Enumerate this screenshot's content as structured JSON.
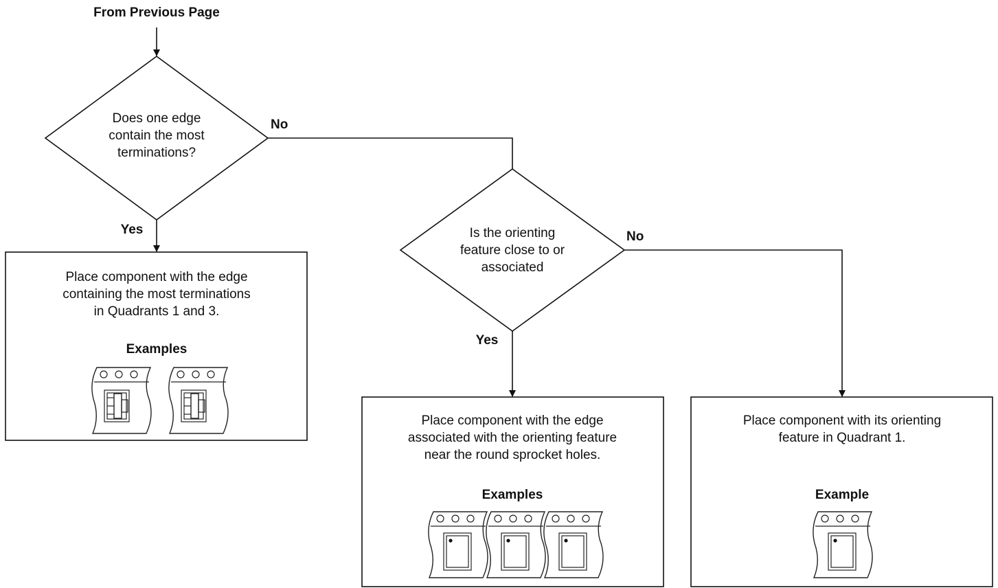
{
  "header": {
    "label": "From Previous Page"
  },
  "decisions": {
    "d1": {
      "lines": [
        "Does one edge",
        "contain the most",
        "terminations?"
      ]
    },
    "d2": {
      "lines": [
        "Is the orienting",
        "feature close to or",
        "associated"
      ]
    }
  },
  "edge_labels": {
    "d1_no": "No",
    "d1_yes": "Yes",
    "d2_no": "No",
    "d2_yes": "Yes"
  },
  "boxes": {
    "left": {
      "lines": [
        "Place component with the edge",
        "containing the most terminations",
        "in Quadrants 1 and 3."
      ],
      "examples_label": "Examples",
      "example_icon": "tape-pocket-dip-icon",
      "example_count": 2
    },
    "middle": {
      "lines": [
        "Place component with the edge",
        "associated with the orienting feature",
        "near the round sprocket holes."
      ],
      "examples_label": "Examples",
      "example_icon": "tape-pocket-dot-icon",
      "example_count": 3
    },
    "right": {
      "lines": [
        "Place component with its orienting",
        "feature in Quadrant 1."
      ],
      "examples_label": "Example",
      "example_icon": "tape-pocket-dot-icon",
      "example_count": 1
    }
  }
}
